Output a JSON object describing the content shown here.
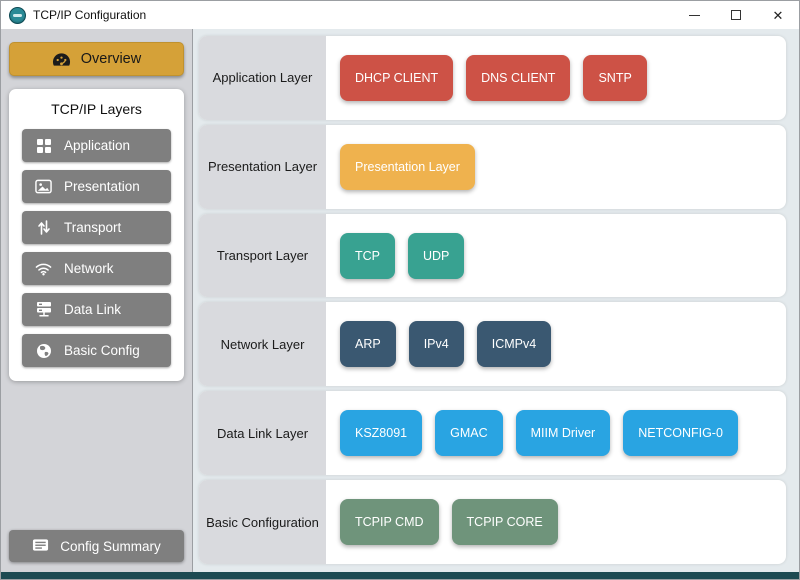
{
  "window": {
    "title": "TCP/IP Configuration"
  },
  "sidebar": {
    "overview_label": "Overview",
    "overview_icon": "gauge-icon",
    "layers_header": "TCP/IP Layers",
    "items": [
      {
        "label": "Application",
        "icon": "grid-icon"
      },
      {
        "label": "Presentation",
        "icon": "image-icon"
      },
      {
        "label": "Transport",
        "icon": "arrows-up-down-icon"
      },
      {
        "label": "Network",
        "icon": "wifi-icon"
      },
      {
        "label": "Data Link",
        "icon": "server-icon"
      },
      {
        "label": "Basic Config",
        "icon": "globe-icon"
      }
    ],
    "config_summary_label": "Config Summary",
    "config_summary_icon": "list-icon"
  },
  "main": {
    "rows": [
      {
        "label": "Application Layer",
        "chip_color": "#cd5246",
        "buttons": [
          "DHCP CLIENT",
          "DNS CLIENT",
          "SNTP"
        ]
      },
      {
        "label": "Presentation Layer",
        "chip_color": "#efb24e",
        "buttons": [
          "Presentation Layer"
        ]
      },
      {
        "label": "Transport Layer",
        "chip_color": "#38a291",
        "buttons": [
          "TCP",
          "UDP"
        ]
      },
      {
        "label": "Network Layer",
        "chip_color": "#3a5871",
        "buttons": [
          "ARP",
          "IPv4",
          "ICMPv4"
        ]
      },
      {
        "label": "Data Link Layer",
        "chip_color": "#29a4e2",
        "buttons": [
          "KSZ8091",
          "GMAC",
          "MIIM Driver",
          "NETCONFIG-0"
        ]
      },
      {
        "label": "Basic Configuration",
        "chip_color": "#6f947b",
        "buttons": [
          "TCPIP CMD",
          "TCPIP CORE"
        ]
      }
    ]
  },
  "colors": {
    "accent_gold": "#d5a138",
    "sidebar_button_gray": "#7f7f7f",
    "main_background": "#e4eaed",
    "row_label_background": "#d9dade",
    "bottom_bar": "#1d4a52"
  }
}
